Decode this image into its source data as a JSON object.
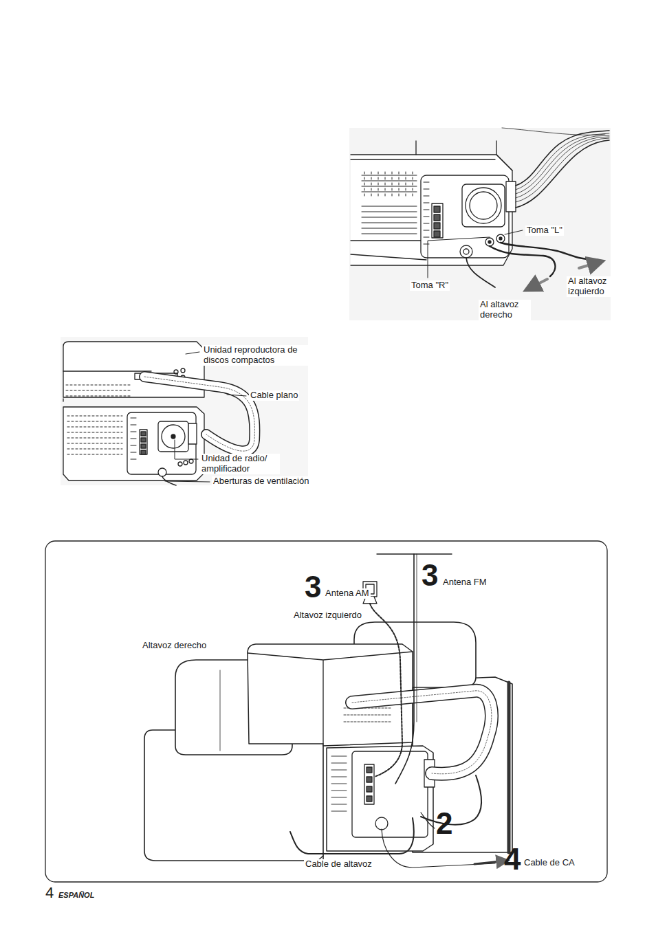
{
  "diagram": {
    "labels": [
      "Toma \"L\"",
      "Toma \"R\"",
      "Al altavoz izquierdo",
      "Al altavoz derecho",
      "Unidad reproductora de discos compactos",
      "Cable plano",
      "Unidad de radio/ amplificador",
      "Aberturas de ventilación",
      "3",
      "Antena AM",
      "3",
      "Antena FM",
      "Altavoz izquierdo",
      "Altavoz derecho",
      "2",
      "4",
      "Cable de CA",
      "Cable de altavoz",
      "4",
      "ESPAÑOL"
    ]
  }
}
